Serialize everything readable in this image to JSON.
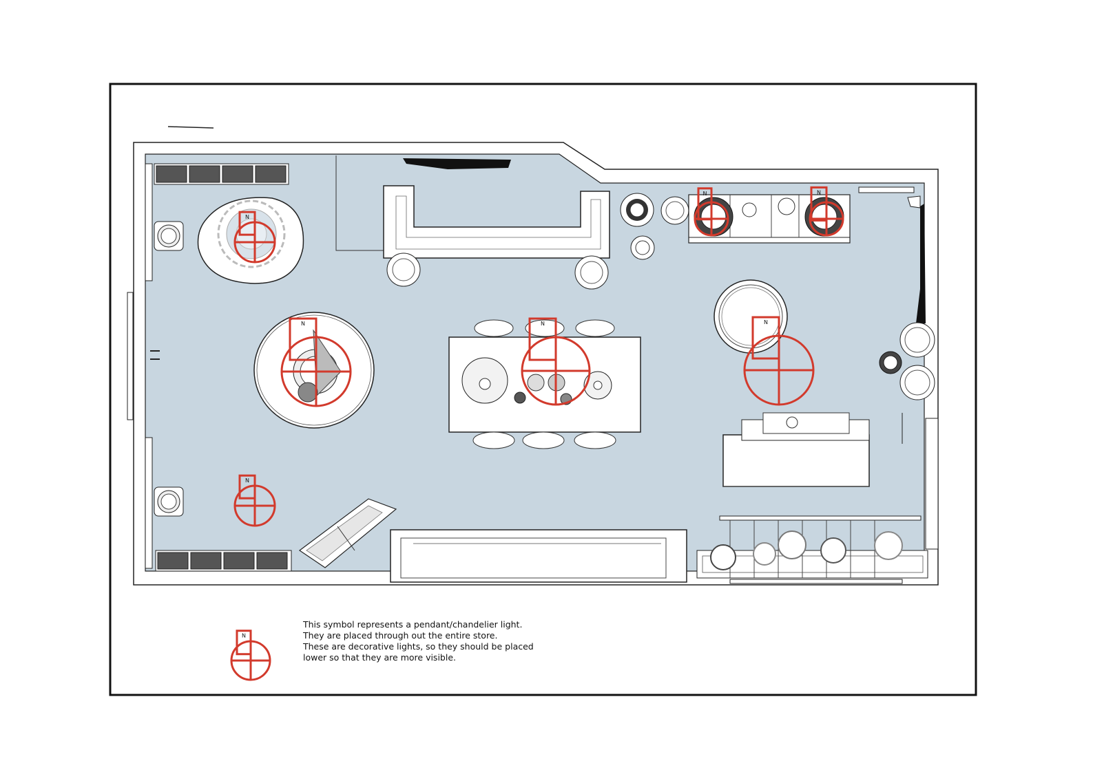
{
  "plan": {
    "colors": {
      "floor": "#c8d6e0",
      "wall_fill": "#ffffff",
      "line": "#222222",
      "light_symbol": "#d23a2c",
      "furniture": "#ffffff",
      "dark_furniture": "#3a3a3a"
    },
    "light_symbol_label": "N",
    "pendant_lights": [
      {
        "id": "light-round-rug"
      },
      {
        "id": "light-round-table"
      },
      {
        "id": "light-left-lower"
      },
      {
        "id": "light-center-table"
      },
      {
        "id": "light-right-round-table"
      },
      {
        "id": "light-top-shelf-1"
      },
      {
        "id": "light-top-shelf-2"
      }
    ]
  },
  "legend": {
    "lines": [
      "This symbol represents a pendant/chandelier light.",
      "They are placed through out the entire store.",
      "These are decorative lights, so they should be placed",
      "lower so that they are more visible."
    ]
  }
}
